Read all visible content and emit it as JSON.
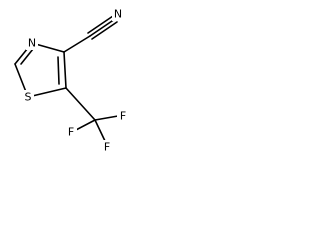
{
  "molecule": {
    "atoms": {
      "nitrile_n": "N",
      "ring_n": "N",
      "ring_s": "S",
      "f_left": "F",
      "f_right": "F",
      "f_bottom": "F"
    }
  }
}
